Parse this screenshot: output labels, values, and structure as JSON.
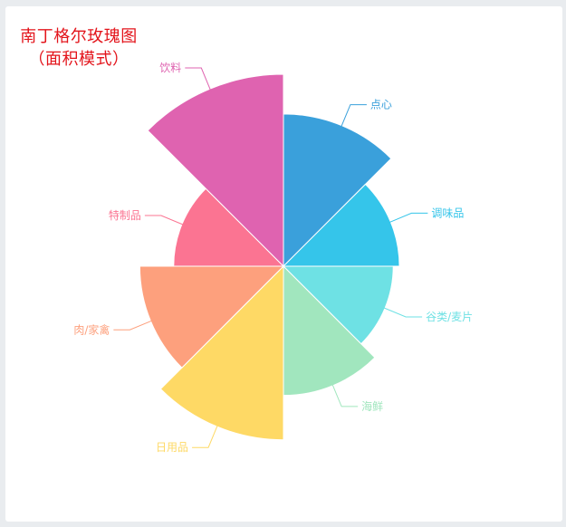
{
  "chart_data": {
    "type": "pie",
    "variant": "nightingale-rose",
    "rose_type": "area",
    "title": "南丁格尔玫瑰图",
    "subtitle": "（面积模式）",
    "categories": [
      "点心",
      "调味品",
      "谷类/麦片",
      "海鲜",
      "日用品",
      "肉/家禽",
      "特制品",
      "饮料"
    ],
    "values": [
      100,
      58,
      52,
      72,
      130,
      89,
      52,
      159
    ],
    "colors": [
      "#3aa0db",
      "#35c5ea",
      "#6ee1e4",
      "#a1e6be",
      "#fed965",
      "#fda07d",
      "#fb7492",
      "#df63b0"
    ],
    "legend": "none",
    "title_color": "#e3141b"
  }
}
